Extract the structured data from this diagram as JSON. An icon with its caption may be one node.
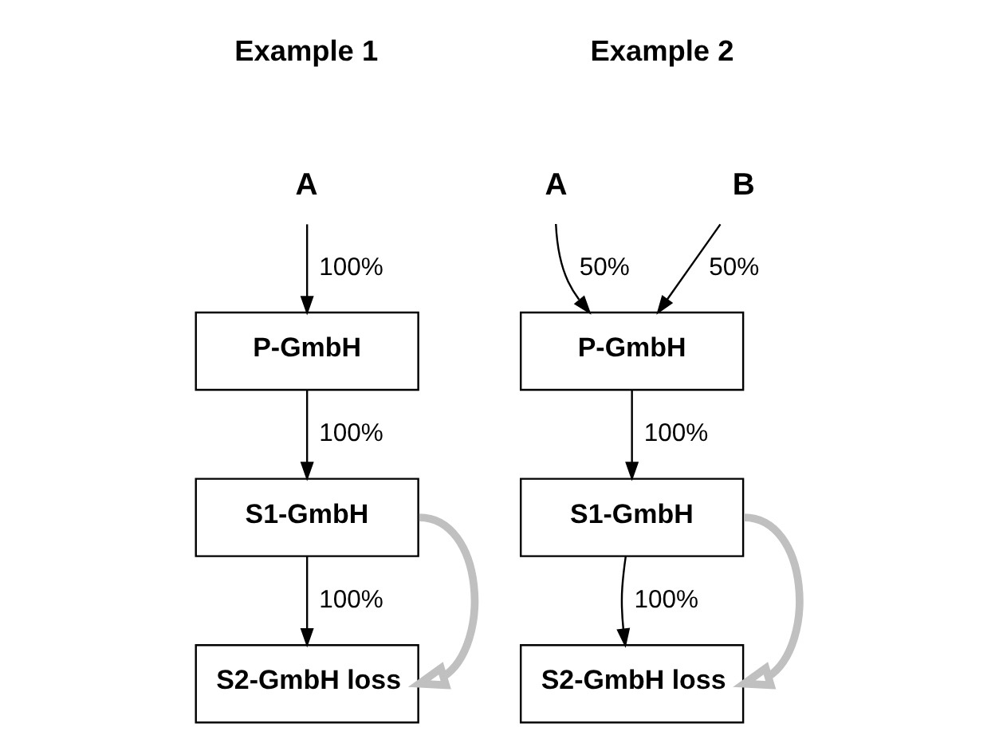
{
  "diagram": {
    "nodes": [
      {
        "text": [
          "A"
        ]
      },
      {
        "text": [
          "P-GmbH"
        ]
      },
      {
        "text": [
          "S1-GmbH"
        ]
      },
      {
        "text": [
          "S2-GmbH loss"
        ]
      },
      {
        "text": [
          "A"
        ]
      },
      {
        "text": [
          "B"
        ]
      },
      {
        "text": [
          "P-GmbH"
        ]
      },
      {
        "text": [
          "S1-GmbH"
        ]
      },
      {
        "text": [
          "S2-GmbH loss"
        ]
      }
    ],
    "edges": [
      {
        "from": 0,
        "to": 1,
        "arrow": "to",
        "label": "100%"
      },
      {
        "from": 1,
        "to": 2,
        "arrow": "to",
        "label": "100%"
      },
      {
        "from": 2,
        "to": 3,
        "arrow": "to",
        "label": "100%"
      },
      {
        "from": 2,
        "to": 3,
        "arrow": "to",
        "style": "thick",
        "color": "#c0c0c0"
      },
      {
        "from": 4,
        "to": 6,
        "arrow": "to",
        "label": "50%"
      },
      {
        "from": 5,
        "to": 6,
        "arrow": "to",
        "label": "50%"
      },
      {
        "from": 6,
        "to": 7,
        "arrow": "to",
        "label": "100%"
      },
      {
        "from": 7,
        "to": 8,
        "arrow": "to",
        "label": "100%"
      },
      {
        "from": 7,
        "to": 8,
        "arrow": "to",
        "style": "thick",
        "color": "#c0c0c0"
      }
    ],
    "labels": [
      "Example 1",
      "Example 2"
    ]
  }
}
